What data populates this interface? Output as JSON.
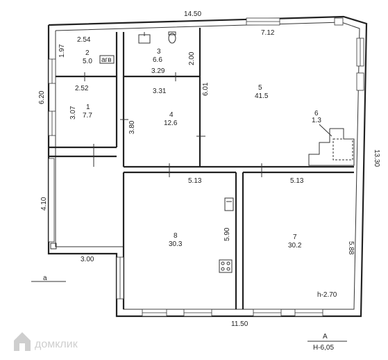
{
  "plan": {
    "overall_dims": {
      "top": "14.50",
      "bottom": "11.50",
      "right": "13.30",
      "left_upper": "6.20",
      "left_lower": "4.10",
      "annex_bottom": "3.00"
    },
    "rooms": [
      {
        "num": "1",
        "area": "7.7",
        "dims": [
          "2.52",
          "3.07"
        ]
      },
      {
        "num": "2",
        "area": "5.0",
        "dims": [
          "2.54",
          "1.97"
        ],
        "tag": "агв"
      },
      {
        "num": "3",
        "area": "6.6",
        "dims": [
          "3.29",
          "2.00"
        ]
      },
      {
        "num": "4",
        "area": "12.6",
        "dims": [
          "3.31",
          "3.80"
        ]
      },
      {
        "num": "5",
        "area": "41.5",
        "dims": [
          "7.12",
          "6.01"
        ]
      },
      {
        "num": "6",
        "area": "1.3"
      },
      {
        "num": "7",
        "area": "30.2",
        "dims": [
          "5.13",
          "5.88"
        ]
      },
      {
        "num": "8",
        "area": "30.3",
        "dims": [
          "5.13",
          "5.90"
        ]
      }
    ],
    "height_note": "h-2.70",
    "section_marker": "a",
    "stamp": {
      "letter": "А",
      "code": "Н-6,05"
    },
    "watermark": "домклик"
  }
}
